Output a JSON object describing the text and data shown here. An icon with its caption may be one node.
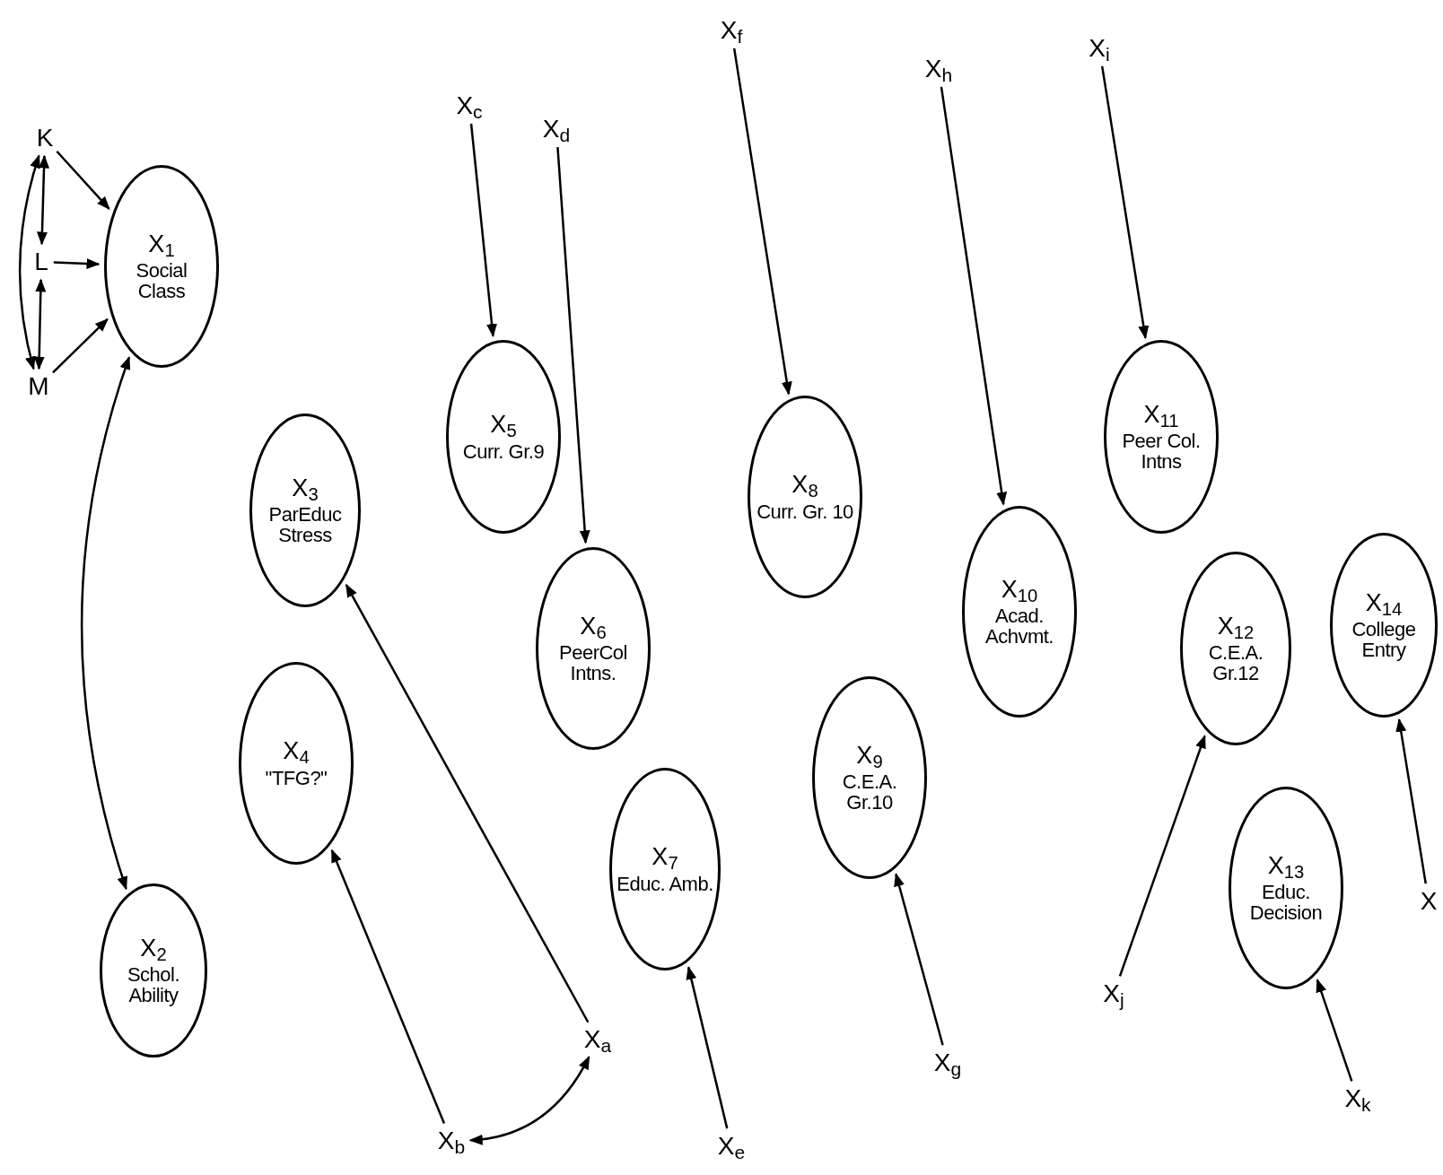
{
  "diagram": {
    "nodes": [
      {
        "text": [
          "X$_{1}$",
          "Social Class"
        ]
      },
      {
        "text": [
          "X$_{2}$",
          "Schol. Ability"
        ]
      },
      {
        "text": [
          "X$_{3}$",
          "ParEduc Stress"
        ]
      },
      {
        "text": [
          "X$_{4}$",
          "\"TFG?\""
        ]
      },
      {
        "text": [
          "X$_{5}$",
          "Curr. Gr.9"
        ]
      },
      {
        "text": [
          "X$_{6}$",
          "PeerCol Intns."
        ]
      },
      {
        "text": [
          "X$_{7}$",
          "Educ. Amb."
        ]
      },
      {
        "text": [
          "X$_{8}$",
          "Curr. Gr. 10"
        ]
      },
      {
        "text": [
          "X$_{9}$",
          "C.E.A. Gr.10"
        ]
      },
      {
        "text": [
          "X$_{10}$",
          "Acad. Achvmt."
        ]
      },
      {
        "text": [
          "X$_{11}$",
          "Peer Col. Intns"
        ]
      },
      {
        "text": [
          "X$_{12}$",
          "C.E.A. Gr.12"
        ]
      },
      {
        "text": [
          "X$_{13}$",
          "Educ. Decision"
        ]
      },
      {
        "text": [
          "X$_{14}$",
          "College Entry"
        ]
      },
      {
        "text": [
          "K"
        ]
      },
      {
        "text": [
          "L"
        ]
      },
      {
        "text": [
          "M"
        ]
      },
      {
        "text": [
          "X$_{a}$"
        ]
      },
      {
        "text": [
          "X$_{b}$"
        ]
      },
      {
        "text": [
          "X$_{c}$"
        ]
      },
      {
        "text": [
          "X$_{d}$"
        ]
      },
      {
        "text": [
          "X$_{e}$"
        ]
      },
      {
        "text": [
          "X$_{f}$"
        ]
      },
      {
        "text": [
          "X$_{g}$"
        ]
      },
      {
        "text": [
          "X$_{h}$"
        ]
      },
      {
        "text": [
          "X$_{i}$"
        ]
      },
      {
        "text": [
          "X$_{j}$"
        ]
      },
      {
        "text": [
          "X$_{k}$"
        ]
      },
      {
        "text": [
          "X"
        ]
      }
    ],
    "edges": [
      {
        "from": 14,
        "to": 0,
        "arrow": "to"
      },
      {
        "from": 15,
        "to": 0,
        "arrow": "to"
      },
      {
        "from": 16,
        "to": 0,
        "arrow": "to"
      },
      {
        "from": 14,
        "to": 15,
        "arrow": "both"
      },
      {
        "from": 15,
        "to": 16,
        "arrow": "both"
      },
      {
        "from": 14,
        "to": 16,
        "arrow": "both"
      },
      {
        "from": 0,
        "to": 1,
        "arrow": "both"
      },
      {
        "from": 17,
        "to": 2,
        "arrow": "to"
      },
      {
        "from": 18,
        "to": 3,
        "arrow": "to"
      },
      {
        "from": 18,
        "to": 17,
        "arrow": "both"
      },
      {
        "from": 19,
        "to": 4,
        "arrow": "to"
      },
      {
        "from": 20,
        "to": 5,
        "arrow": "to"
      },
      {
        "from": 21,
        "to": 6,
        "arrow": "to"
      },
      {
        "from": 22,
        "to": 7,
        "arrow": "to"
      },
      {
        "from": 23,
        "to": 8,
        "arrow": "to"
      },
      {
        "from": 24,
        "to": 9,
        "arrow": "to"
      },
      {
        "from": 25,
        "to": 10,
        "arrow": "to"
      },
      {
        "from": 26,
        "to": 11,
        "arrow": "to"
      },
      {
        "from": 27,
        "to": 12,
        "arrow": "to"
      },
      {
        "from": 28,
        "to": 13,
        "arrow": "to"
      }
    ]
  }
}
